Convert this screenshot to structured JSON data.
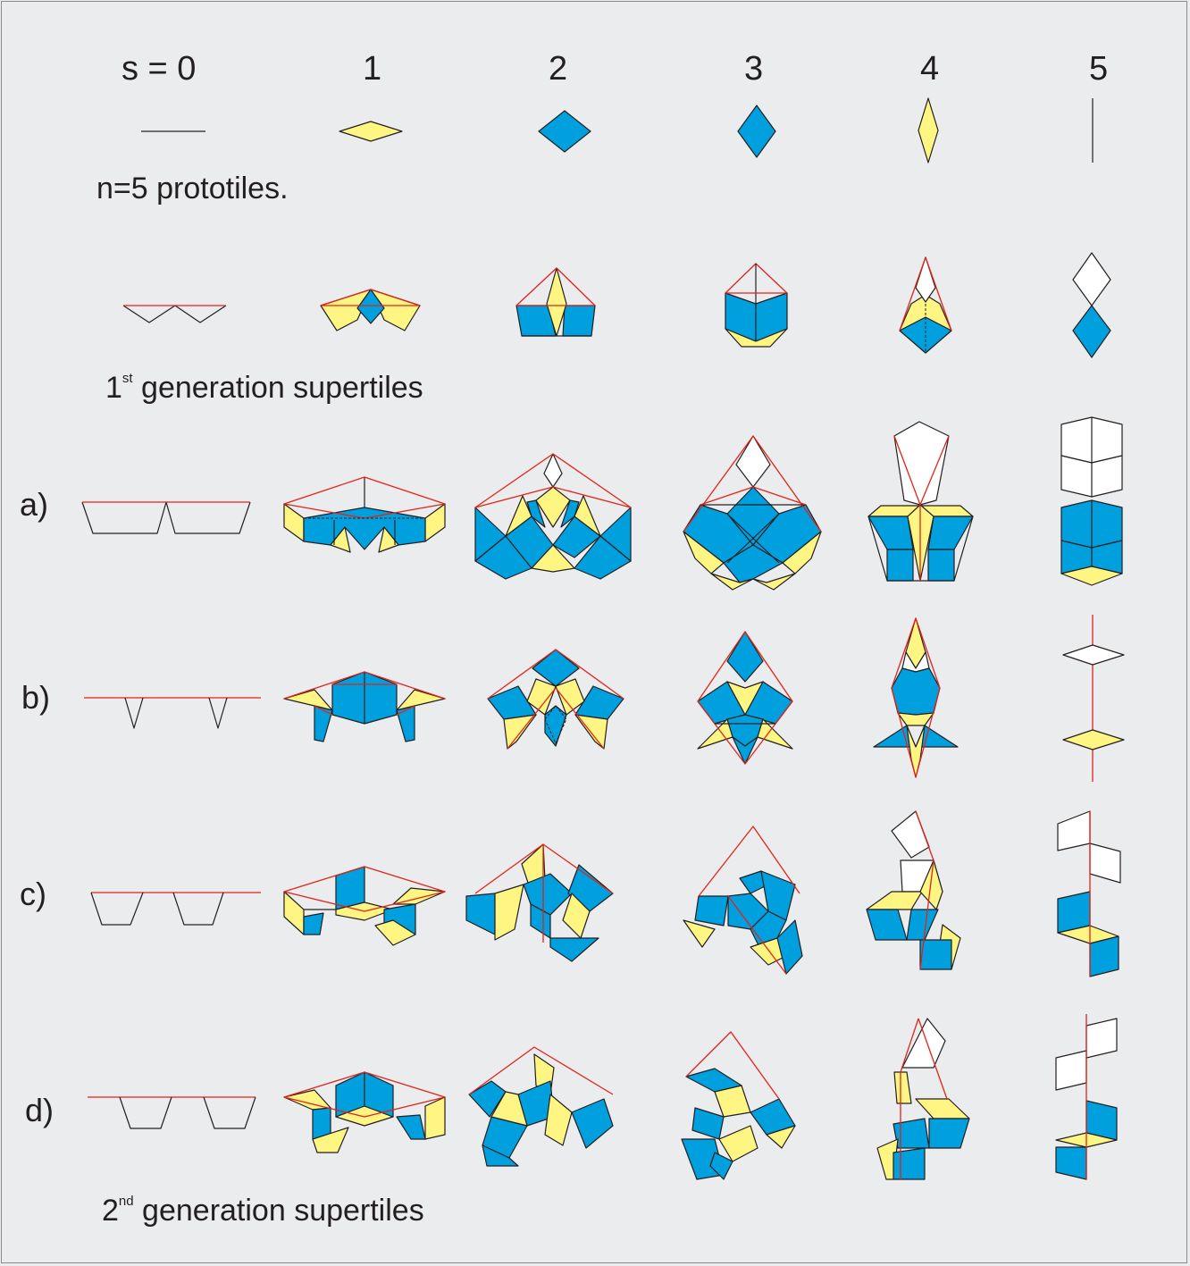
{
  "columns": {
    "s0": "s = 0",
    "s1": "1",
    "s2": "2",
    "s3": "3",
    "s4": "4",
    "s5": "5"
  },
  "rows": {
    "a": "a)",
    "b": "b)",
    "c": "c)",
    "d": "d)"
  },
  "captions": {
    "prototiles": "n=5 prototiles.",
    "first_gen_num": "1",
    "first_gen_sup": "st",
    "first_gen_text": " generation supertiles",
    "second_gen_num": "2",
    "second_gen_sup": "nd",
    "second_gen_text": " generation supertiles"
  },
  "colors": {
    "blue": "#00a0de",
    "yellow": "#fff583",
    "white": "#ffffff",
    "outline": "#231f20",
    "supertile_edge": "#e2231a",
    "background": "#ebeced"
  }
}
